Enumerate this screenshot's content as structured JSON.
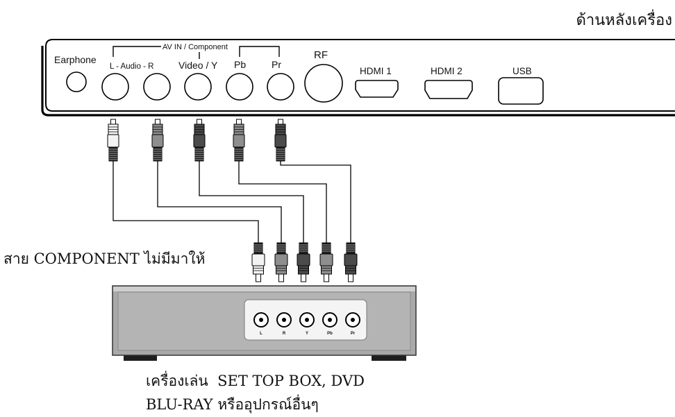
{
  "title": "ด้านหลังเครื่อง",
  "tv_back_panel": {
    "earphone_label": "Earphone",
    "av_group_label": "AV IN / Component",
    "audio_label": "L - Audio - R",
    "video_label": "Video / Y",
    "pb_label": "Pb",
    "pr_label": "Pr",
    "rf_label": "RF",
    "hdmi1_label": "HDMI 1",
    "hdmi2_label": "HDMI 2",
    "usb_label": "USB"
  },
  "cable_note": "สาย COMPONENT ไม่มีมาให้",
  "device": {
    "jack_labels": [
      "L",
      "R",
      "Y",
      "Pb",
      "Pr"
    ]
  },
  "caption": {
    "line1": "เครื่องเล่น  SET TOP BOX, DVD",
    "line2": "BLU-RAY หรืออุปกรณ์อื่นๆ"
  },
  "colors": {
    "plug_white": "#f3f3f3",
    "plug_gray": "#8e8e8e",
    "plug_dark": "#4b4b4b",
    "device_face": "#a9a9a9",
    "device_panel": "#f4f4f4"
  }
}
